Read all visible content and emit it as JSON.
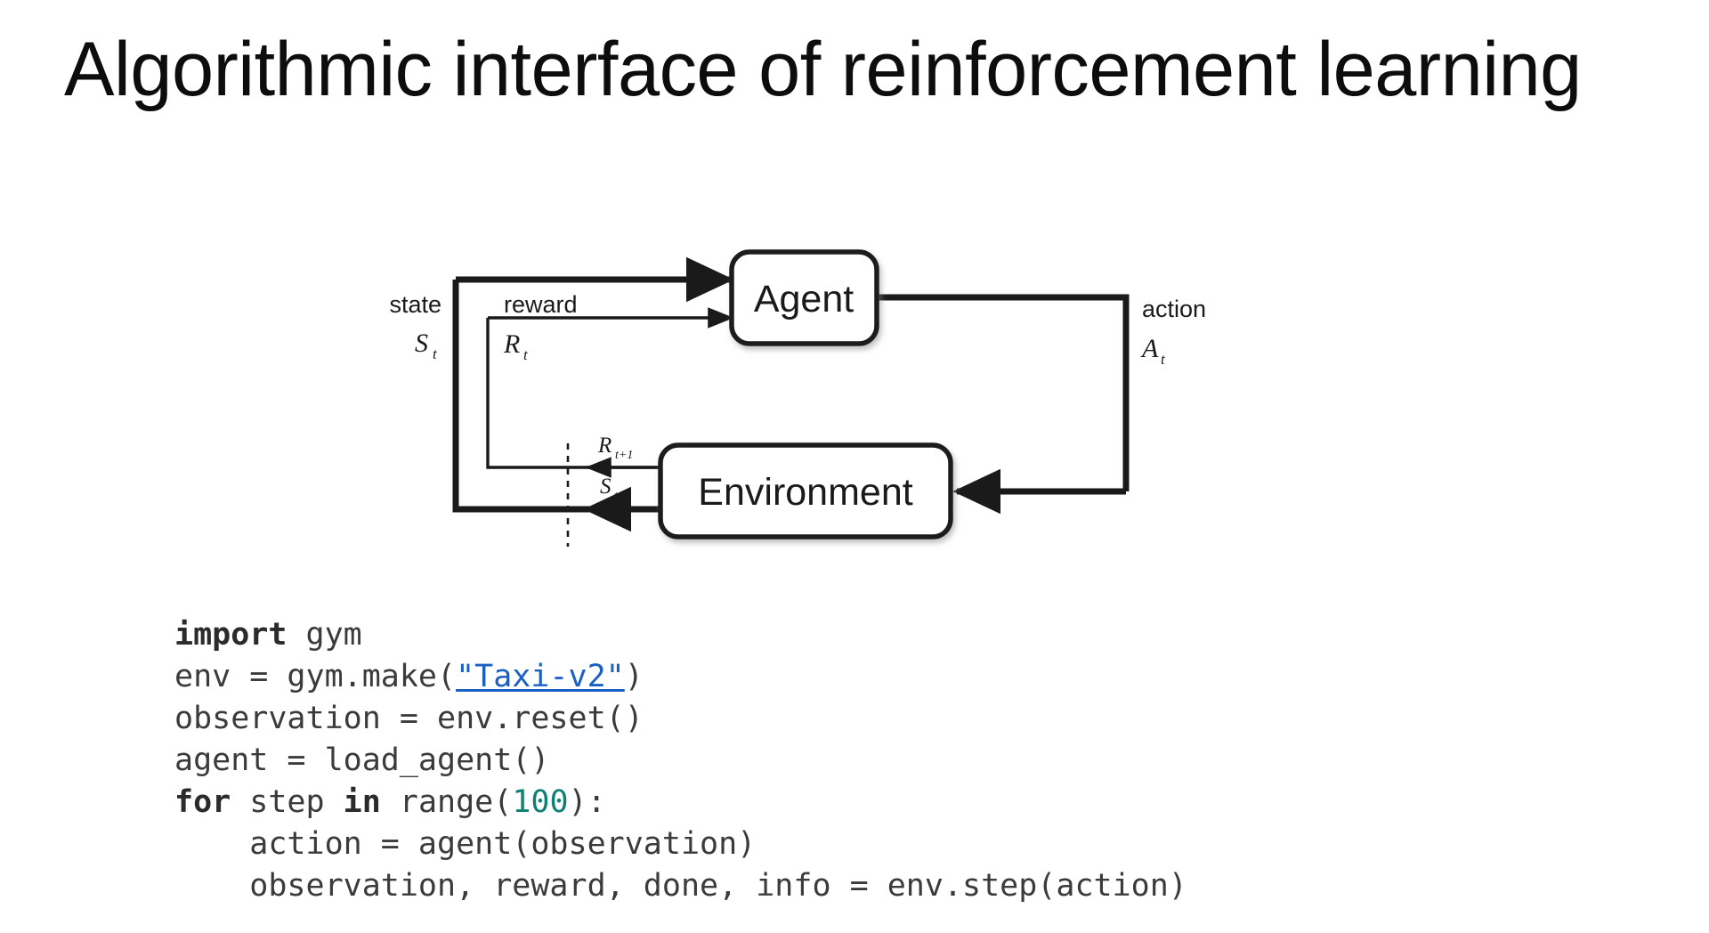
{
  "slide": {
    "title": "Algorithmic interface of reinforcement learning",
    "background": "#ffffff"
  },
  "diagram": {
    "name": "agent-environment-interaction-loop",
    "boxes": {
      "agent": "Agent",
      "environment": "Environment"
    },
    "labels": {
      "state_word": "state",
      "state_sym": "S",
      "state_sub": "t",
      "reward_word": "reward",
      "reward_sym": "R",
      "reward_sub": "t",
      "action_word": "action",
      "action_sym": "A",
      "action_sub": "t",
      "next_reward_sym": "R",
      "next_reward_sub": "t+1",
      "next_state_sym": "S",
      "next_state_sub": "t+1"
    },
    "colors": {
      "stroke": "#1a1a1a",
      "fill": "#ffffff"
    }
  },
  "code": {
    "language": "python",
    "link_color": "#1a5fc4",
    "number_color": "#0e8174",
    "text_color": "#3b3b3b",
    "lines": [
      {
        "id": "l1",
        "segments": [
          {
            "t": "import",
            "k": "kw"
          },
          {
            "t": " gym",
            "k": ""
          }
        ]
      },
      {
        "id": "l2",
        "segments": [
          {
            "t": "env = gym.make(",
            "k": ""
          },
          {
            "t": "\"Taxi-v2\"",
            "k": "lnk"
          },
          {
            "t": ")",
            "k": ""
          }
        ]
      },
      {
        "id": "l3",
        "segments": [
          {
            "t": "observation = env.reset()",
            "k": ""
          }
        ]
      },
      {
        "id": "l4",
        "segments": [
          {
            "t": "agent = load_agent()",
            "k": ""
          }
        ]
      },
      {
        "id": "l5",
        "segments": [
          {
            "t": "for",
            "k": "kw"
          },
          {
            "t": " step ",
            "k": ""
          },
          {
            "t": "in",
            "k": "kw"
          },
          {
            "t": " range(",
            "k": ""
          },
          {
            "t": "100",
            "k": "num"
          },
          {
            "t": "):",
            "k": ""
          }
        ]
      },
      {
        "id": "l6",
        "segments": [
          {
            "t": "    action = agent(observation)",
            "k": ""
          }
        ]
      },
      {
        "id": "l7",
        "segments": [
          {
            "t": "    observation, reward, done, info = env.step(action)",
            "k": ""
          }
        ]
      }
    ]
  }
}
